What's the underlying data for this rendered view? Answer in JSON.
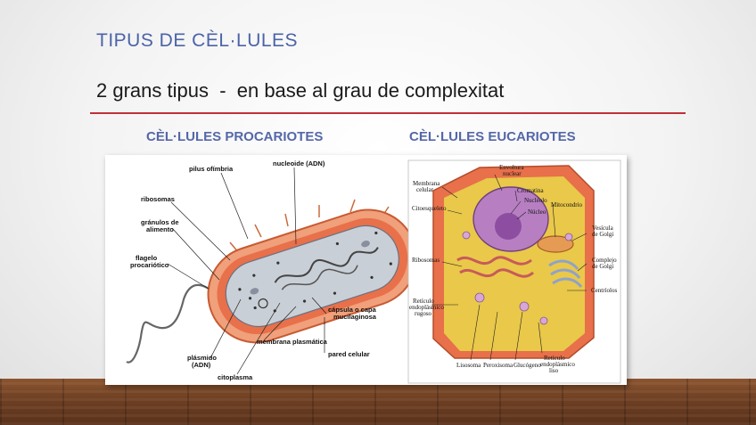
{
  "slide": {
    "title": "TIPUS DE CÈL·LULES",
    "subtitle": "2 grans tipus  -  en base al grau de complexitat",
    "prokaryote_heading": "CÈL·LULES  PROCARIOTES",
    "eukaryote_heading": "CÈL·LULES  EUCARIOTES"
  },
  "prokaryote_labels": {
    "pili": "pilus ofímbria",
    "nucleoid": "nucleoide (ADN)",
    "ribosomes": "ribosomas",
    "granules_1": "gránulos de",
    "granules_2": "alimento",
    "flagellum_1": "flagelo",
    "flagellum_2": "procariótico",
    "capsule_1": "cápsula o capa",
    "capsule_2": "mucilaginosa",
    "membrane": "membrana plasmática",
    "wall": "pared celular",
    "plasmid_1": "plásmido",
    "plasmid_2": "(ADN)",
    "cytoplasm": "citoplasma"
  },
  "eukaryote_labels": {
    "envelope_1": "Envoltura",
    "envelope_2": "nuclear",
    "membrane_1": "Membrana",
    "membrane_2": "celular",
    "chromatin": "Cromatina",
    "nucleolus": "Nucléolo",
    "cytoskeleton": "Citoesqueleto",
    "nucleus": "Núcleo",
    "mitochondrion": "Mitocondrio",
    "golgi_vesicle_1": "Vesícula",
    "golgi_vesicle_2": "de Golgi",
    "ribosomes": "Ribosomas",
    "golgi_1": "Complejo",
    "golgi_2": "de Golgi",
    "centrioles": "Centríolos",
    "rer_1": "Retículo",
    "rer_2": "endoplásmico",
    "rer_3": "rugoso",
    "lysosome": "Lisosoma",
    "peroxisome": "Peroxisoma",
    "glycogen": "Glucógeno",
    "ser_1": "Retículo",
    "ser_2": "endoplásmico",
    "ser_3": "liso"
  },
  "colors": {
    "title": "#4b63a8",
    "rule": "#c0303a",
    "cell_wall": "#e8704a",
    "cytoplasm": "#e9c84a"
  }
}
